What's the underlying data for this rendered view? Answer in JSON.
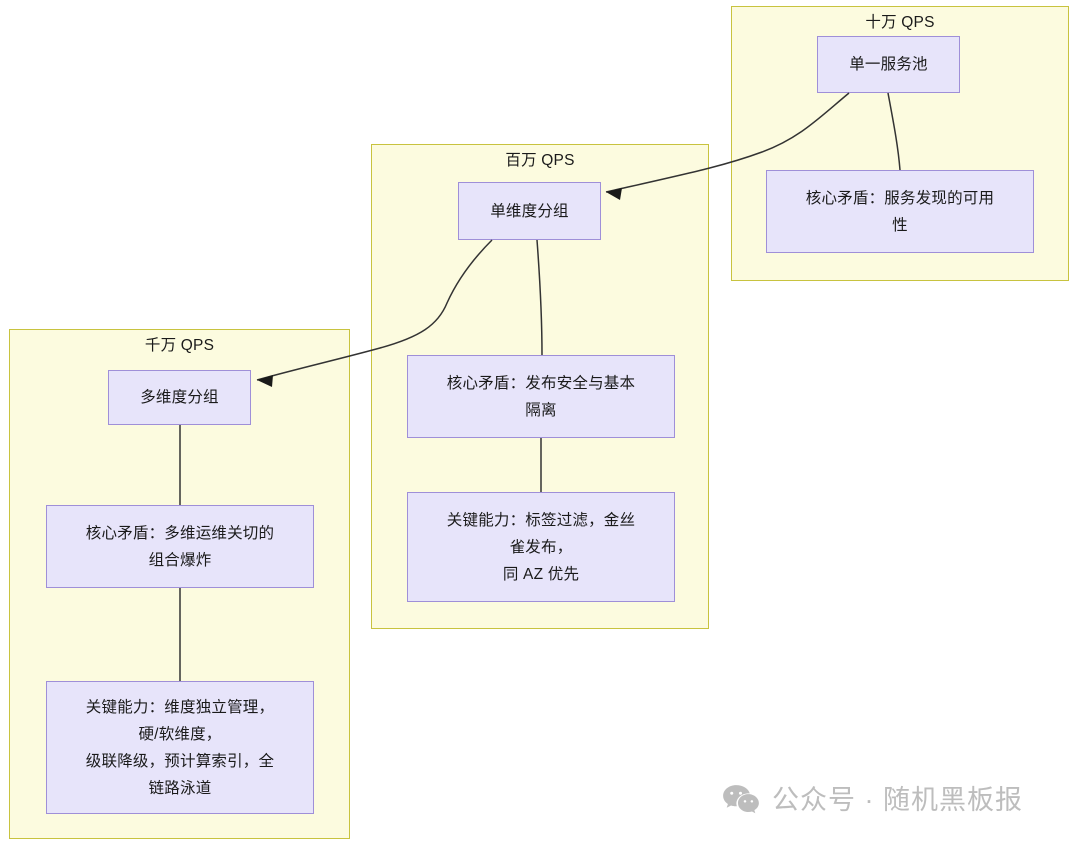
{
  "diagram": {
    "type": "flowchart",
    "title_hidden": true,
    "colors": {
      "group_fill": "#fcfbdf",
      "group_border": "#c8c33f",
      "node_fill": "#e7e4fa",
      "node_border": "#9f8fd8",
      "edge": "#333333",
      "text": "#1a1a1a",
      "watermark": "#bdbdbd",
      "background": "#ffffff"
    },
    "groups": [
      {
        "id": "group-hundred-thousand-qps",
        "title": "十万 QPS",
        "nodes": [
          {
            "id": "node-single-service-pool",
            "label": "单一服务池"
          },
          {
            "id": "node-core-conflict-1",
            "label": "核心矛盾：服务发现的可用\n性"
          }
        ]
      },
      {
        "id": "group-million-qps",
        "title": "百万 QPS",
        "nodes": [
          {
            "id": "node-single-dimension-group",
            "label": "单维度分组"
          },
          {
            "id": "node-core-conflict-2",
            "label": "核心矛盾：发布安全与基本\n隔离"
          },
          {
            "id": "node-key-capability-2",
            "label": "关键能力：标签过滤，金丝\n雀发布，\n同 AZ 优先"
          }
        ]
      },
      {
        "id": "group-ten-million-qps",
        "title": "千万 QPS",
        "nodes": [
          {
            "id": "node-multi-dimension-group",
            "label": "多维度分组"
          },
          {
            "id": "node-core-conflict-3",
            "label": "核心矛盾：多维运维关切的\n组合爆炸"
          },
          {
            "id": "node-key-capability-3",
            "label": "关键能力：维度独立管理，\n硬/软维度，\n级联降级，预计算索引，全\n链路泳道"
          }
        ]
      }
    ],
    "edges": [
      {
        "id": "edge-pool-to-single-dimension",
        "from": "node-single-service-pool",
        "to": "node-single-dimension-group",
        "arrow": true
      },
      {
        "id": "edge-pool-to-conflict1",
        "from": "node-single-service-pool",
        "to": "node-core-conflict-1",
        "arrow": false
      },
      {
        "id": "edge-single-dimension-to-multi-dimension",
        "from": "node-single-dimension-group",
        "to": "node-multi-dimension-group",
        "arrow": true
      },
      {
        "id": "edge-single-dimension-to-conflict2",
        "from": "node-single-dimension-group",
        "to": "node-core-conflict-2",
        "arrow": false
      },
      {
        "id": "edge-conflict2-to-capability2",
        "from": "node-core-conflict-2",
        "to": "node-key-capability-2",
        "arrow": false
      },
      {
        "id": "edge-multi-dimension-to-conflict3",
        "from": "node-multi-dimension-group",
        "to": "node-core-conflict-3",
        "arrow": false
      },
      {
        "id": "edge-conflict3-to-capability3",
        "from": "node-core-conflict-3",
        "to": "node-key-capability-3",
        "arrow": false
      }
    ]
  },
  "watermark": {
    "icon": "wechat-icon",
    "text": "公众号 · 随机黑板报"
  }
}
